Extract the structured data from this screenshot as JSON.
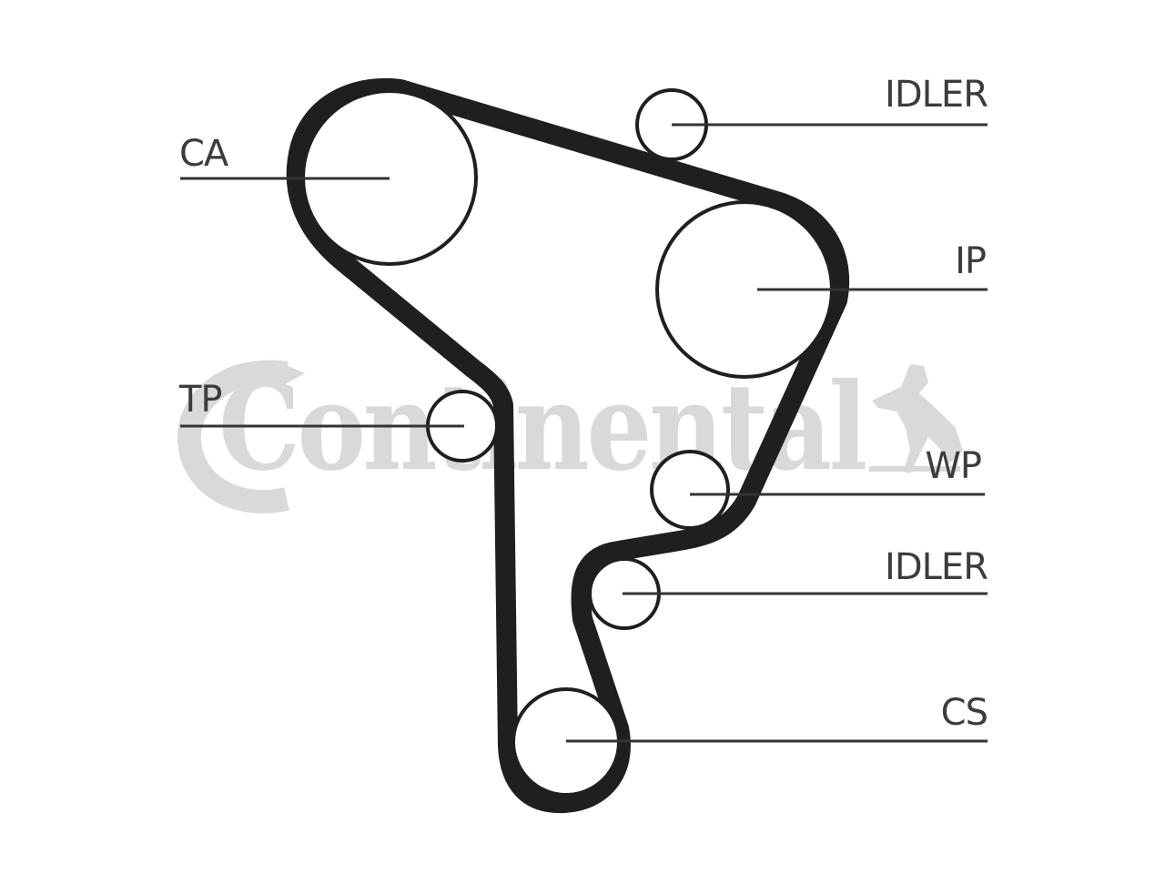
{
  "diagram": {
    "labels": {
      "ca": "CA",
      "idler_top": "IDLER",
      "ip": "IP",
      "tp": "TP",
      "wp": "WP",
      "idler_bottom": "IDLER",
      "cs": "CS"
    },
    "watermark": "Continental"
  },
  "colors": {
    "belt": "#1f1f1f",
    "lines": "#333333",
    "text": "#3c3c3c",
    "watermark": "#d9d9d9"
  }
}
